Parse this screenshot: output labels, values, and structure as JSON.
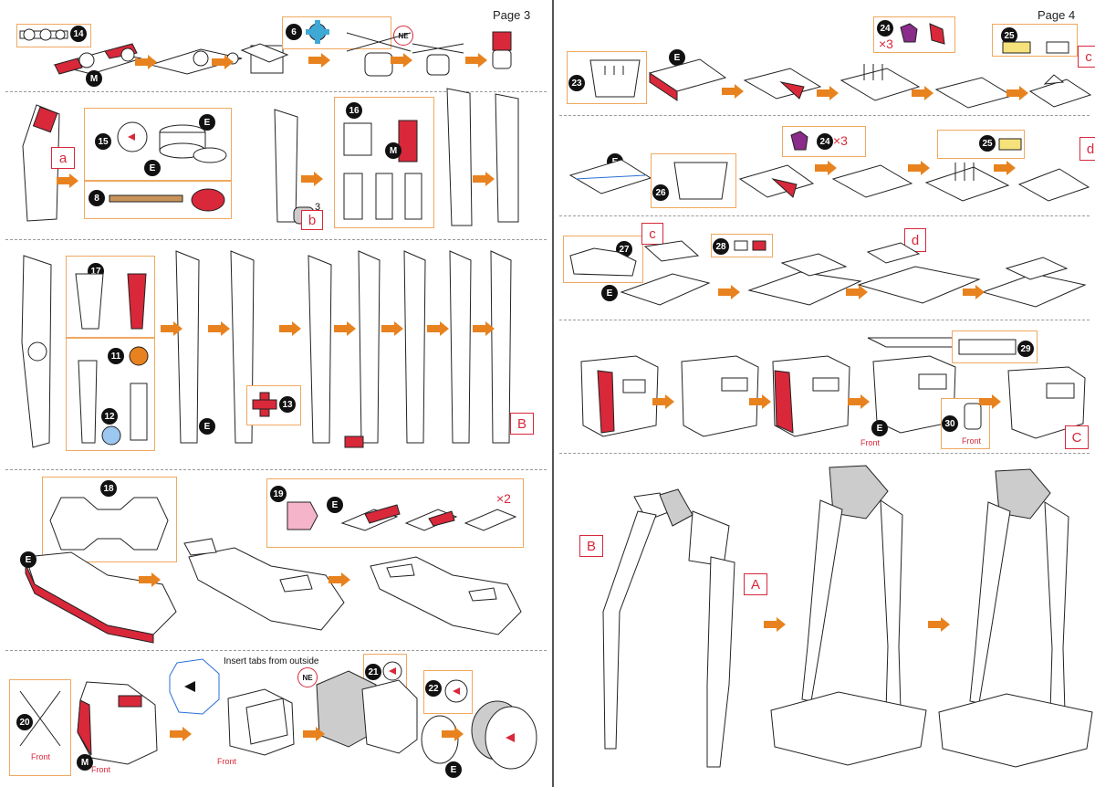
{
  "page_left": {
    "title": "Page 3"
  },
  "page_right": {
    "title": "Page 4"
  },
  "steps": {
    "s6": "6",
    "s8": "8",
    "s11": "11",
    "s12": "12",
    "s13": "13",
    "s14": "14",
    "s15": "15",
    "s16": "16",
    "s17": "17",
    "s18": "18",
    "s19": "19",
    "s20": "20",
    "s21": "21",
    "s22": "22",
    "s23": "23",
    "s24a": "24",
    "s24b": "24",
    "s25a": "25",
    "s25b": "25",
    "s26": "26",
    "s27": "27",
    "s28": "28",
    "s29": "29",
    "s30": "30"
  },
  "tools": {
    "E": "E",
    "M": "M",
    "NE": "NE"
  },
  "labels": {
    "a": "a",
    "b": "b",
    "c": "c",
    "d": "d",
    "B": "B",
    "C": "C",
    "A": "A",
    "x2": "×2",
    "x3": "×3",
    "three": "3"
  },
  "text": {
    "insert_tabs": "Insert tabs from outside",
    "front": "Front"
  },
  "colors": {
    "accent_orange": "#f0a860",
    "arrow_orange": "#e8821e",
    "part_red": "#d8283a",
    "blue_dot": "#2a6fd6",
    "green_tab": "#8cc63f"
  }
}
